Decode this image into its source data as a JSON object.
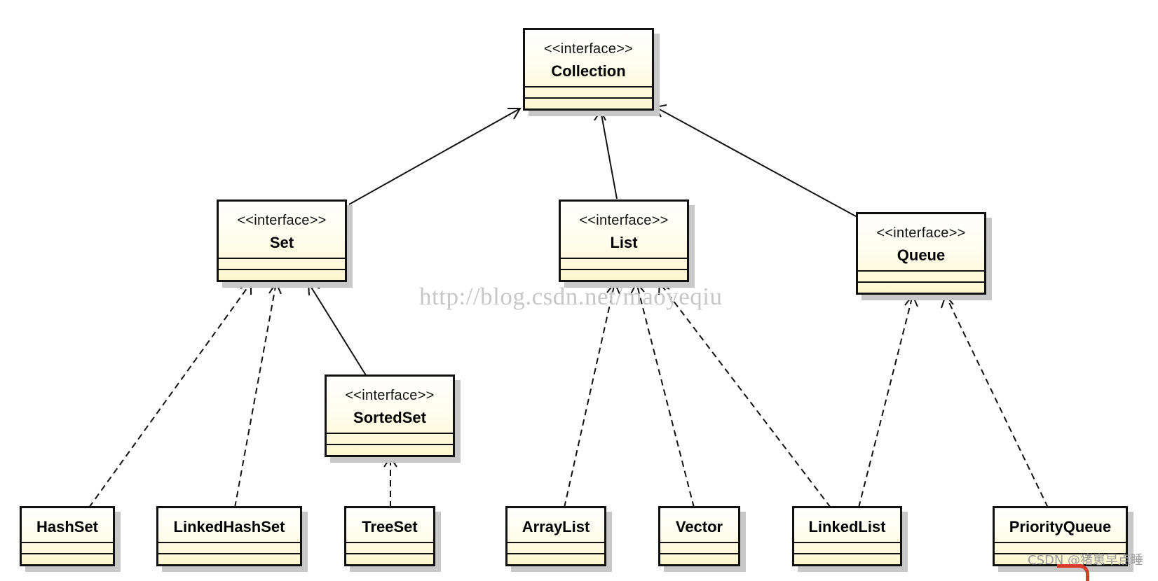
{
  "diagram": {
    "stereotype": "<<interface>>",
    "interfaces": {
      "collection": "Collection",
      "set": "Set",
      "list": "List",
      "queue": "Queue",
      "sorted_set": "SortedSet"
    },
    "classes": {
      "hash_set": "HashSet",
      "linked_hash_set": "LinkedHashSet",
      "tree_set": "TreeSet",
      "array_list": "ArrayList",
      "vector": "Vector",
      "linked_list": "LinkedList",
      "priority_queue": "PriorityQueue"
    },
    "relations": [
      {
        "from": "Set",
        "to": "Collection",
        "kind": "generalization"
      },
      {
        "from": "List",
        "to": "Collection",
        "kind": "generalization"
      },
      {
        "from": "Queue",
        "to": "Collection",
        "kind": "generalization"
      },
      {
        "from": "SortedSet",
        "to": "Set",
        "kind": "generalization"
      },
      {
        "from": "HashSet",
        "to": "Set",
        "kind": "realization"
      },
      {
        "from": "LinkedHashSet",
        "to": "Set",
        "kind": "realization"
      },
      {
        "from": "TreeSet",
        "to": "SortedSet",
        "kind": "realization"
      },
      {
        "from": "ArrayList",
        "to": "List",
        "kind": "realization"
      },
      {
        "from": "Vector",
        "to": "List",
        "kind": "realization"
      },
      {
        "from": "LinkedList",
        "to": "List",
        "kind": "realization"
      },
      {
        "from": "LinkedList",
        "to": "Queue",
        "kind": "realization"
      },
      {
        "from": "PriorityQueue",
        "to": "Queue",
        "kind": "realization"
      }
    ]
  },
  "watermark": "http://blog.csdn.net/maoyeqiu",
  "credit": "CSDN @猪崽早点睡"
}
